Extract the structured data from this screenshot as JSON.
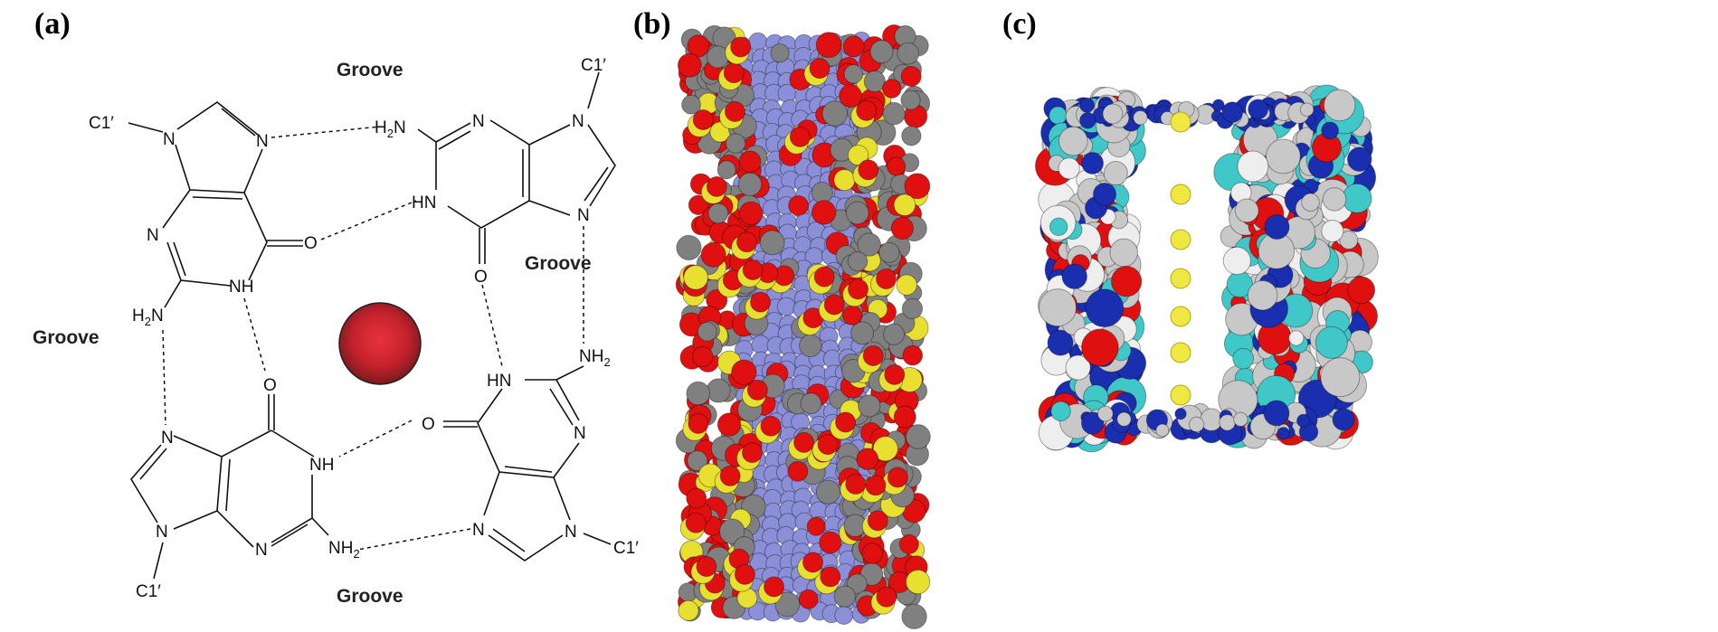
{
  "panels": {
    "a": {
      "label": "(a)",
      "groove_top": "Groove",
      "groove_left": "Groove",
      "groove_right": "Groove",
      "groove_bottom": "Groove",
      "c1": "C1′",
      "ion_color": "#d42a35"
    },
    "b": {
      "label": "(b)"
    },
    "c": {
      "label": "(c)"
    }
  },
  "atoms": {
    "N": "N",
    "NH": "NH",
    "HN": "HN",
    "O": "O",
    "H2N": "H",
    "NH2": "NH",
    "sub2": "2"
  },
  "colors": {
    "oxygen": "#e01010",
    "carbon": "#808080",
    "sulfur": "#e8e030",
    "nitrogen": "#8a8fd8",
    "surface_blue": "#1a2fb0",
    "surface_cyan": "#40c8c8",
    "surface_grey": "#c8c8c8",
    "ion": "#f0e840"
  }
}
